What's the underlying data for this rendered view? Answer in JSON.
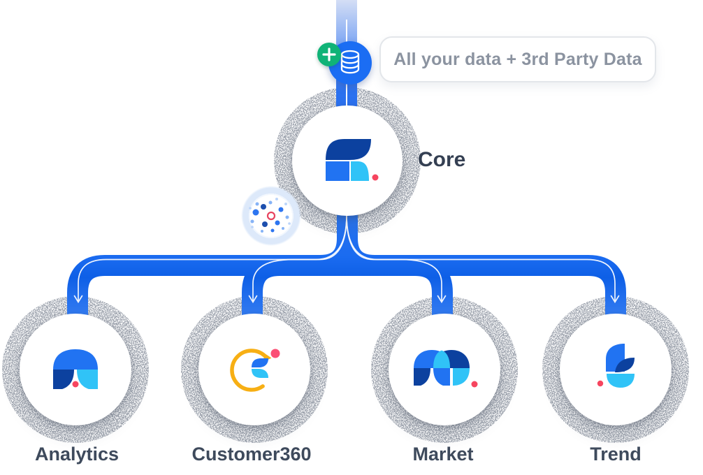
{
  "diagram": {
    "title_bubble": "All your data + 3rd Party Data",
    "core_label": "Core",
    "nodes": [
      {
        "id": "analytics",
        "label": "Analytics"
      },
      {
        "id": "customer360",
        "label": "Customer360"
      },
      {
        "id": "market",
        "label": "Market"
      },
      {
        "id": "trend",
        "label": "Trend"
      }
    ],
    "icons": {
      "database": "database-icon",
      "plus": "plus-badge-icon",
      "data_points": "data-points-icon",
      "flow_arrow": "arrow-down-icon",
      "core_logo": "core-logo-icon",
      "analytics_logo": "analytics-logo-icon",
      "customer360_logo": "customer360-logo-icon",
      "market_logo": "market-logo-icon",
      "trend_logo": "trend-logo-icon"
    },
    "colors": {
      "pipe_blue": "#1a6bf0",
      "pipe_blue_dark": "#0e5fe6",
      "pipe_blue_light": "#3b82f5",
      "brand_navy": "#0c419f",
      "brand_blue": "#2173f2",
      "brand_cyan": "#30c3f7",
      "brand_red": "#f6455f",
      "accent_amber": "#f7af14",
      "accent_green": "#10b377",
      "label_text": "#3e4a5c",
      "bubble_text": "#8b93a0"
    }
  }
}
